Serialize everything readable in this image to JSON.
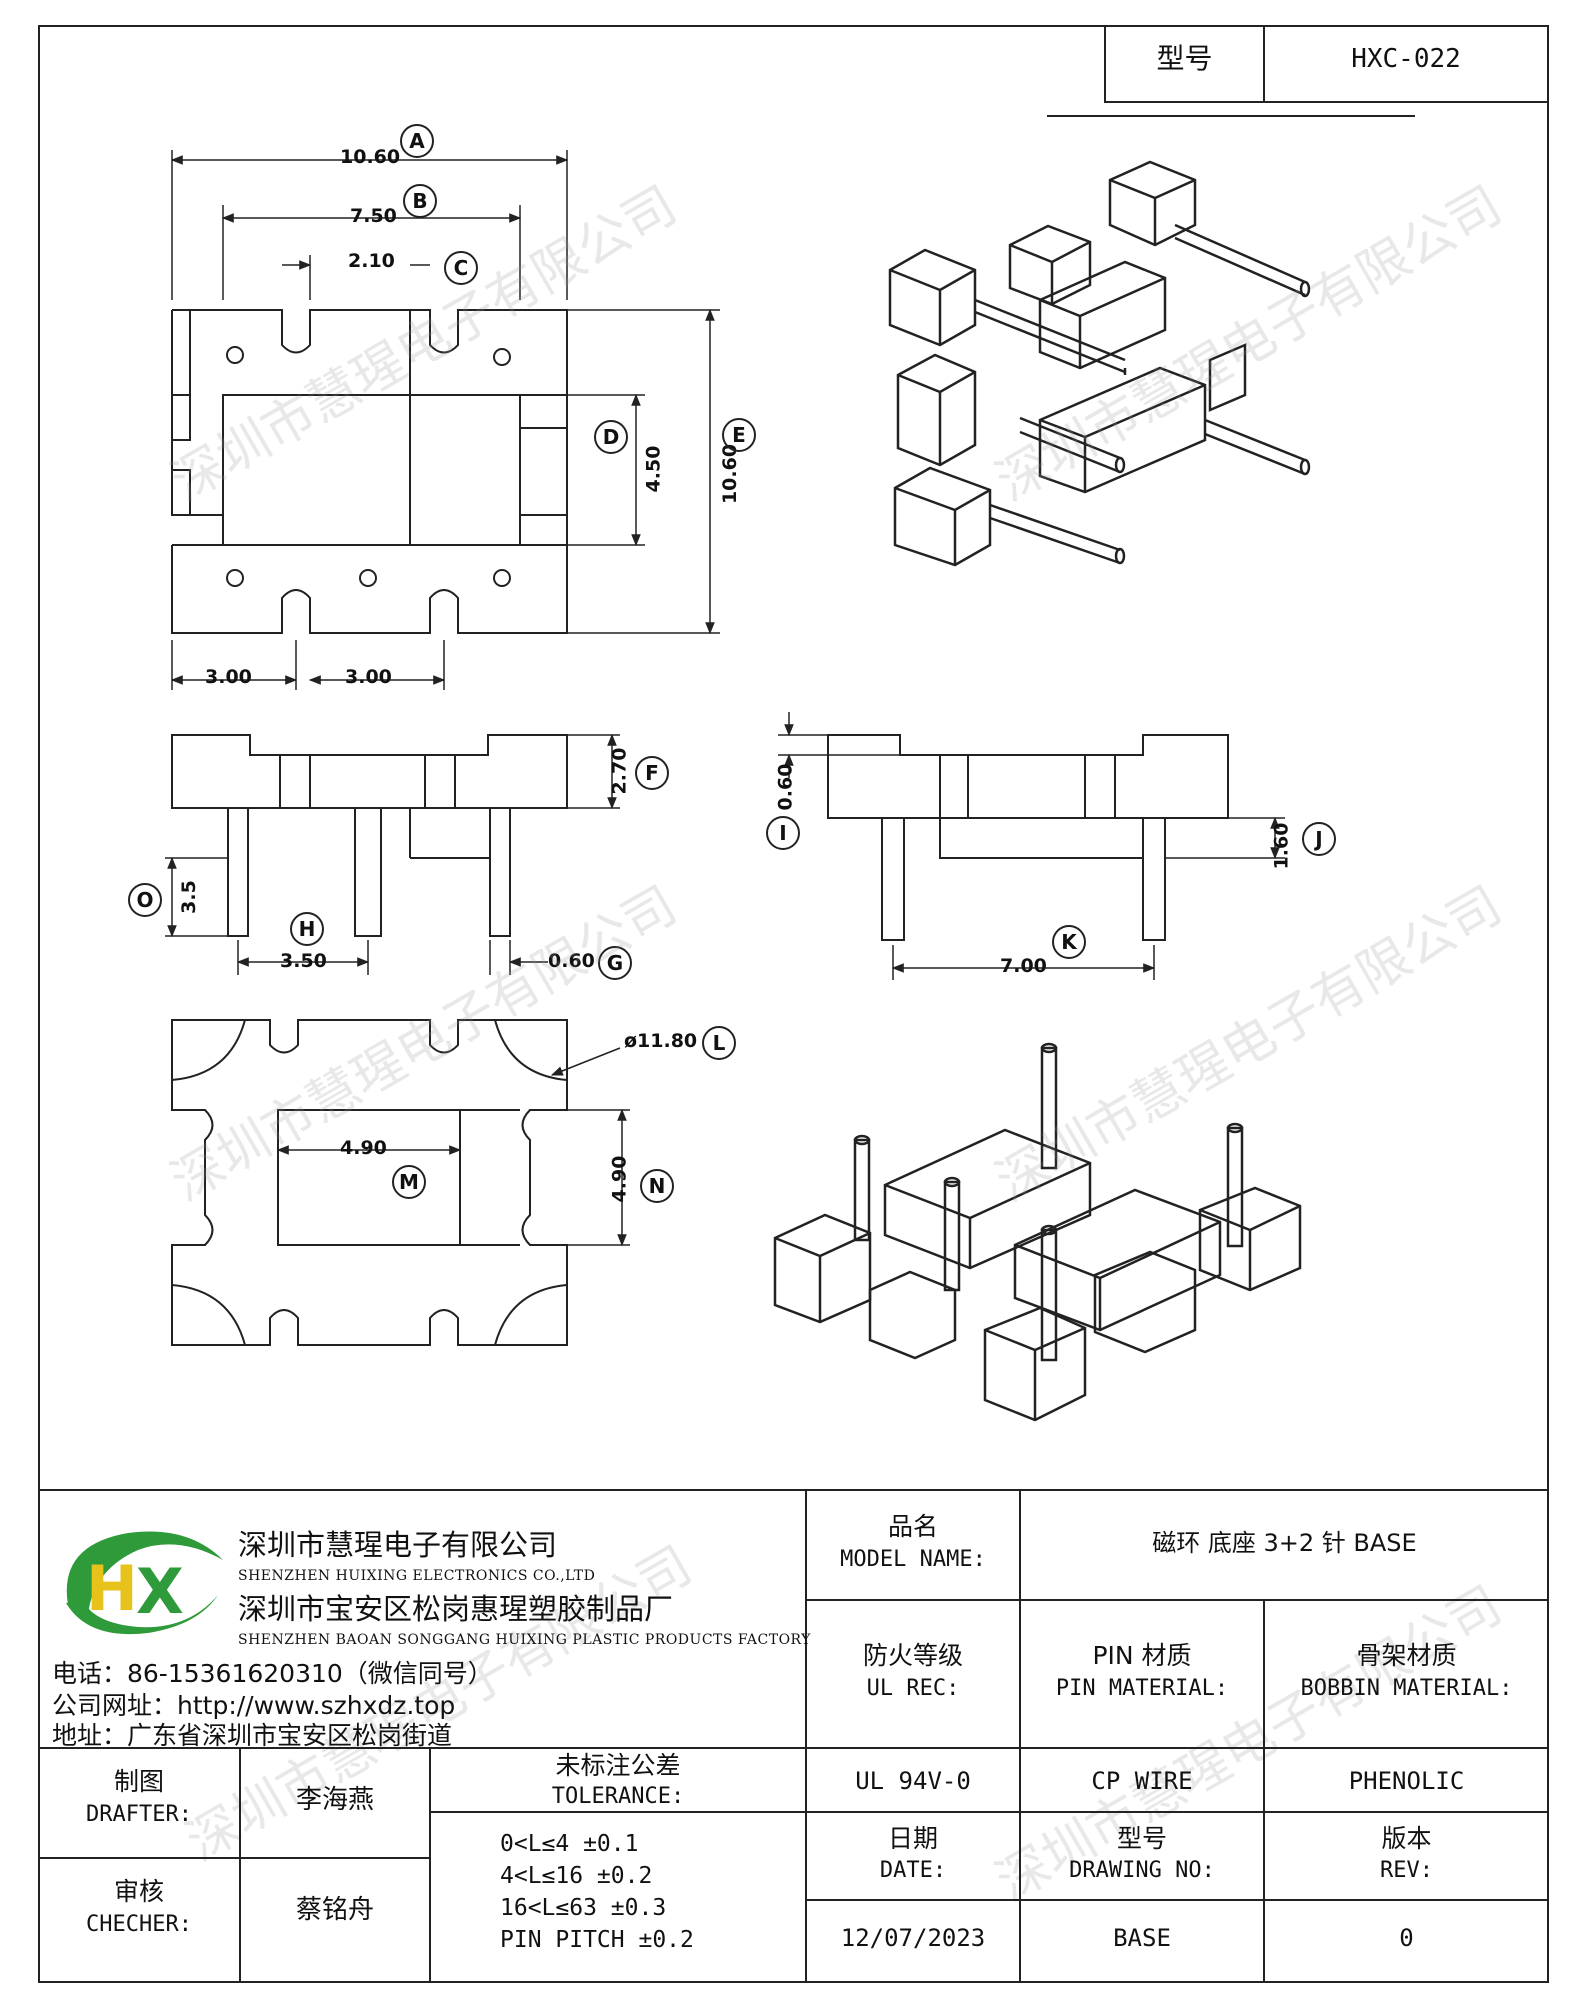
{
  "header": {
    "model_label": "型号",
    "model_value": "HXC-022"
  },
  "drawings": {
    "top_view": {
      "A": "A",
      "A_value": "10.60",
      "B": "B",
      "B_value": "7.50",
      "C": "C",
      "C_value": "2.10",
      "D": "D",
      "D_value": "4.50",
      "E": "E",
      "E_value": "10.60",
      "left_spacing": "3.00",
      "right_spacing": "3.00"
    },
    "front_view": {
      "F": "F",
      "F_value": "2.70",
      "O": "O",
      "O_value": "3.5",
      "H": "H",
      "H_value": "3.50",
      "G": "G",
      "G_value": "0.60"
    },
    "side_view": {
      "I": "I",
      "I_value": "0.60",
      "J": "J",
      "J_value": "1.60",
      "K": "K",
      "K_value": "7.00"
    },
    "bottom_view": {
      "L": "L",
      "L_value": "ø11.80",
      "M": "M",
      "M_value": "4.90",
      "N": "N",
      "N_value": "4.90"
    }
  },
  "watermark": "深圳市慧瑆电子有限公司",
  "company": {
    "logo_letters": "HX",
    "name_cn": "深圳市慧瑆电子有限公司",
    "name_en": "SHENZHEN HUIXING ELECTRONICS CO.,LTD",
    "factory_cn": "深圳市宝安区松岗惠瑆塑胶制品厂",
    "factory_en": "SHENZHEN BAOAN SONGGANG HUIXING PLASTIC PRODUCTS FACTORY",
    "phone": "电话：86-15361620310（微信同号）",
    "website": "公司网址：http://www.szhxdz.top",
    "address": "地址：广东省深圳市宝安区松岗街道"
  },
  "title_block": {
    "model_name_cn": "品名",
    "model_name_en": "MODEL NAME:",
    "model_name_value": "磁环 底座 3+2 针 BASE",
    "ul_cn": "防火等级",
    "ul_en": "UL REC:",
    "pin_cn": "PIN 材质",
    "pin_en": "PIN MATERIAL:",
    "bobbin_cn": "骨架材质",
    "bobbin_en": "BOBBIN MATERIAL:",
    "ul_value": "UL 94V-0",
    "pin_value": "CP WIRE",
    "bobbin_value": "PHENOLIC",
    "drafter_cn": "制图",
    "drafter_en": "DRAFTER:",
    "drafter_name": "李海燕",
    "checker_cn": "审核",
    "checker_en": "CHECHER:",
    "checker_name": "蔡铭舟",
    "tolerance_cn": "未标注公差",
    "tolerance_en": "TOLERANCE:",
    "tolerances": [
      "0<L≤4  ±0.1",
      "4<L≤16 ±0.2",
      "16<L≤63 ±0.3",
      "PIN PITCH ±0.2"
    ],
    "date_cn": "日期",
    "date_en": "DATE:",
    "date_value": "12/07/2023",
    "drawing_no_cn": "型号",
    "drawing_no_en": "DRAWING NO:",
    "drawing_no_value": "BASE",
    "rev_cn": "版本",
    "rev_en": "REV:",
    "rev_value": "0"
  },
  "colors": {
    "logo_green": "#2e9a3a",
    "logo_yellow": "#e7c21b",
    "line": "#222222"
  }
}
